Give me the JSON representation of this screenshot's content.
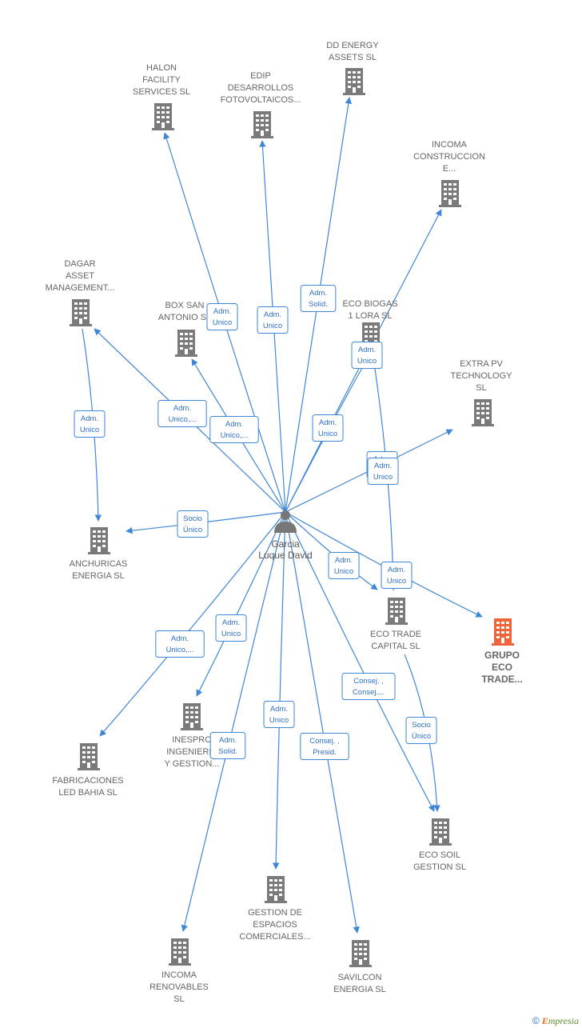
{
  "person": {
    "name_lines": [
      "Garcia",
      "Luque David"
    ]
  },
  "companies": [
    {
      "id": "halon",
      "lines": [
        "HALON",
        "FACILITY",
        "SERVICES  SL"
      ]
    },
    {
      "id": "edip",
      "lines": [
        "EDIP",
        "DESARROLLOS",
        "FOTOVOLTAICOS..."
      ]
    },
    {
      "id": "dd_energy",
      "lines": [
        "DD ENERGY",
        "ASSETS  SL"
      ]
    },
    {
      "id": "incoma_construccion",
      "lines": [
        "INCOMA",
        "CONSTRUCCION",
        "E..."
      ]
    },
    {
      "id": "dagar",
      "lines": [
        "DAGAR",
        "ASSET",
        "MANAGEMENT..."
      ]
    },
    {
      "id": "box_san_antonio",
      "lines": [
        "BOX SAN",
        "ANTONIO  SL"
      ]
    },
    {
      "id": "eco_biogas",
      "lines": [
        "ECO BIOGAS",
        "1 LORA  SL"
      ]
    },
    {
      "id": "extra_pv",
      "lines": [
        "EXTRA PV",
        "TECHNOLOGY",
        "SL"
      ]
    },
    {
      "id": "anchuricas",
      "lines": [
        "ANCHURICAS",
        "ENERGIA  SL"
      ]
    },
    {
      "id": "eco_trade_capital",
      "lines": [
        "ECO TRADE",
        "CAPITAL  SL"
      ]
    },
    {
      "id": "grupo_eco_trade",
      "lines": [
        "GRUPO",
        "ECO",
        "TRADE..."
      ],
      "highlight": true
    },
    {
      "id": "inespro",
      "lines": [
        "INESPRO",
        "INGENIERIA",
        "Y GESTION..."
      ]
    },
    {
      "id": "fabricaciones",
      "lines": [
        "FABRICACIONES",
        "LED BAHIA  SL"
      ]
    },
    {
      "id": "eco_soil",
      "lines": [
        "ECO SOIL",
        "GESTION  SL"
      ]
    },
    {
      "id": "gestion_espacios",
      "lines": [
        "GESTION DE",
        "ESPACIOS",
        "COMERCIALES..."
      ]
    },
    {
      "id": "incoma_renovables",
      "lines": [
        "INCOMA",
        "RENOVABLES",
        "SL"
      ]
    },
    {
      "id": "savilcon",
      "lines": [
        "SAVILCON",
        "ENERGIA  SL"
      ]
    }
  ],
  "relations": [
    {
      "to": "halon",
      "lines": [
        "Adm.",
        "Unico"
      ]
    },
    {
      "to": "edip",
      "lines": [
        "Adm.",
        "Unico"
      ]
    },
    {
      "to": "dd_energy",
      "lines": [
        "Adm.",
        "Solid."
      ]
    },
    {
      "to": "incoma_construccion",
      "lines": [
        "Adm.",
        "Unico"
      ]
    },
    {
      "to": "dagar",
      "lines": [
        "Adm.",
        "Unico,..."
      ]
    },
    {
      "to": "box_san_antonio",
      "lines": [
        "Adm.",
        "Unico,..."
      ]
    },
    {
      "to": "eco_biogas",
      "lines": [
        "Adm.",
        "Unico"
      ]
    },
    {
      "to": "extra_pv",
      "lines": [
        "Adm.",
        "Unico"
      ]
    },
    {
      "to": "anchuricas",
      "lines": [
        "Socio",
        "Único"
      ]
    },
    {
      "to": "eco_trade_capital",
      "lines": [
        "Adm.",
        "Unico"
      ]
    },
    {
      "to": "grupo_eco_trade",
      "lines": [
        "Adm.",
        "Unico"
      ]
    },
    {
      "to": "inespro",
      "lines": [
        "Adm.",
        "Unico"
      ]
    },
    {
      "to": "fabricaciones",
      "lines": [
        "Adm.",
        "Unico,..."
      ]
    },
    {
      "to": "eco_soil",
      "lines": [
        "Consej. ,",
        "Consej...."
      ]
    },
    {
      "to": "gestion_espacios",
      "lines": [
        "Adm.",
        "Unico"
      ]
    },
    {
      "to": "incoma_renovables",
      "lines": [
        "Adm.",
        "Solid."
      ]
    },
    {
      "to": "savilcon",
      "lines": [
        "Consej. ,",
        "Presid."
      ]
    }
  ],
  "secondary_relations": [
    {
      "from": "dagar",
      "to": "anchuricas",
      "lines": [
        "Adm.",
        "Unico"
      ]
    },
    {
      "from": "eco_trade_capital",
      "to": "eco_soil",
      "lines": [
        "Socio",
        "Único"
      ]
    },
    {
      "from": "eco_trade_capital",
      "to": "eco_biogas",
      "lines": [
        "Adm.",
        "Unico"
      ]
    }
  ],
  "colors": {
    "edge": "#3f86d6",
    "building": "#7a7a7a",
    "highlight": "#f0643a"
  },
  "footer": {
    "copyright": "©",
    "brand_initial": "E",
    "brand_rest": "mpresia"
  }
}
